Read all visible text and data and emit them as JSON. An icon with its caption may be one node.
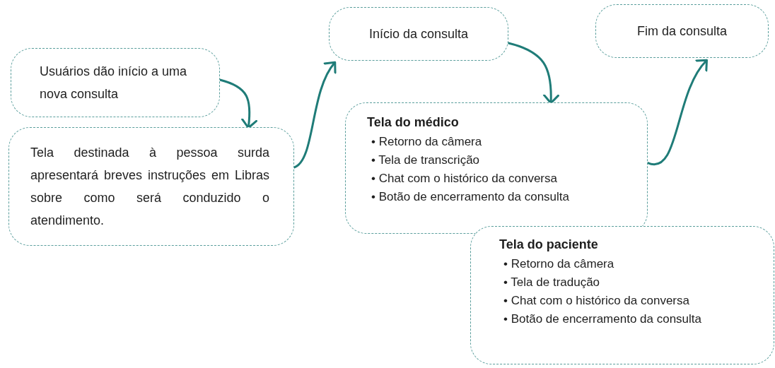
{
  "diagram": {
    "nodes": [
      {
        "text": [
          "Usuários dão início a uma nova consulta"
        ]
      },
      {
        "text": [
          "Tela destinada à pessoa surda apresentará breves instruções em Libras sobre como será conduzido o atendimento."
        ]
      },
      {
        "text": [
          "Início da consulta"
        ]
      },
      {
        "text": [
          "Tela do médico",
          "• Retorno da câmera",
          "• Tela de transcrição",
          "• Chat com o histórico da conversa",
          "• Botão de encerramento da consulta"
        ]
      },
      {
        "text": [
          "Fim da consulta"
        ]
      },
      {
        "text": [
          "Tela do paciente",
          "• Retorno da câmera",
          "• Tela de tradução",
          "• Chat com o histórico da conversa",
          "• Botão de encerramento da consulta"
        ]
      }
    ],
    "edges": [
      {
        "from": 0,
        "to": 1,
        "arrow": "to"
      },
      {
        "from": 1,
        "to": 2,
        "arrow": "to"
      },
      {
        "from": 2,
        "to": 3,
        "arrow": "to"
      },
      {
        "from": 3,
        "to": 4,
        "arrow": "to"
      }
    ]
  }
}
